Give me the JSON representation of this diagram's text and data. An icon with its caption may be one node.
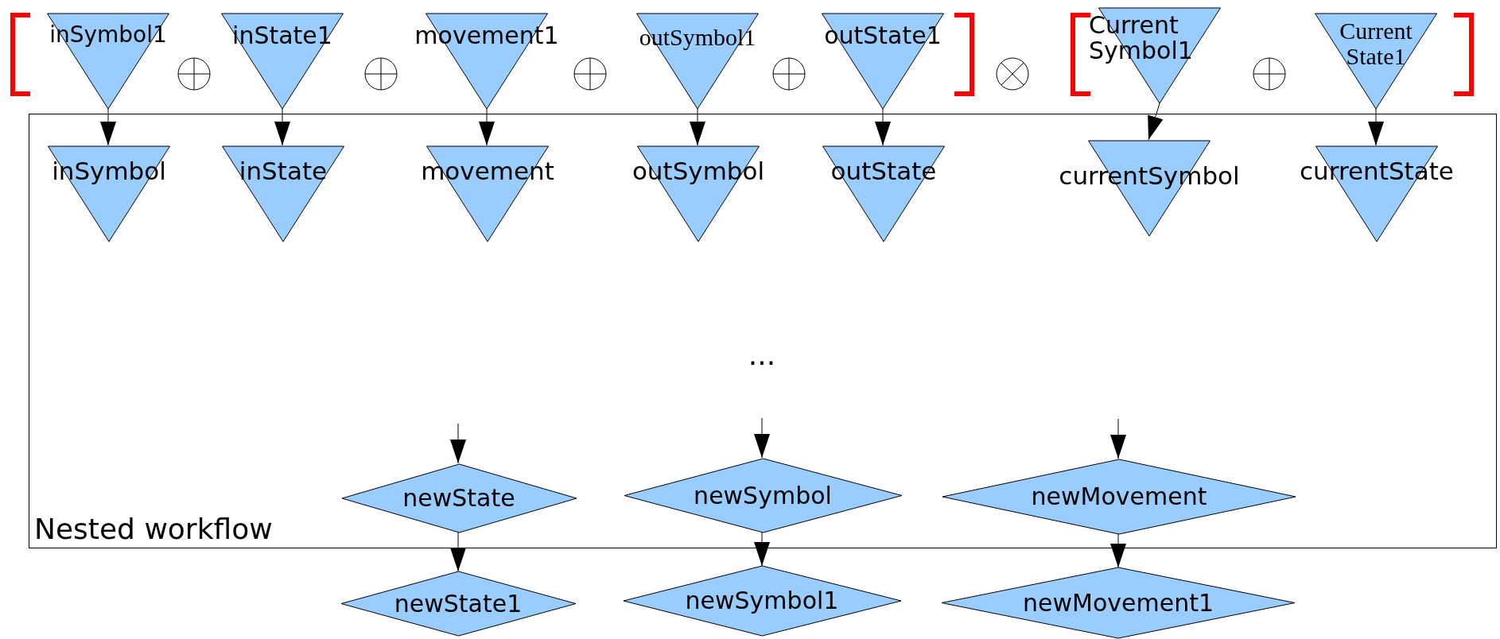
{
  "diagram": {
    "nodes": [
      {
        "text": [
          "inSymbol1"
        ]
      },
      {
        "text": [
          "inState1"
        ]
      },
      {
        "text": [
          "movement1"
        ]
      },
      {
        "text": [
          "outSymbol1"
        ]
      },
      {
        "text": [
          "outState1"
        ]
      },
      {
        "text": [
          "Current Symbol1"
        ]
      },
      {
        "text": [
          "Current State1"
        ]
      },
      {
        "text": [
          "Nested workflow"
        ]
      },
      {
        "text": [
          "inSymbol"
        ],
        "in": 7
      },
      {
        "text": [
          "inState"
        ],
        "in": 7
      },
      {
        "text": [
          "movement"
        ],
        "in": 7
      },
      {
        "text": [
          "outSymbol"
        ],
        "in": 7
      },
      {
        "text": [
          "outState"
        ],
        "in": 7
      },
      {
        "text": [
          "currentSymbol"
        ],
        "in": 7
      },
      {
        "text": [
          "currentState"
        ],
        "in": 7
      },
      {
        "text": [
          "newState"
        ],
        "in": 7
      },
      {
        "text": [
          "newSymbol"
        ],
        "in": 7
      },
      {
        "text": [
          "newMovement"
        ],
        "in": 7
      },
      {
        "text": [
          "newState1"
        ]
      },
      {
        "text": [
          "newSymbol1"
        ]
      },
      {
        "text": [
          "newMovement1"
        ]
      }
    ],
    "edges": [
      {
        "from": 0,
        "to": 8,
        "arrow": "to"
      },
      {
        "from": 1,
        "to": 9,
        "arrow": "to"
      },
      {
        "from": 2,
        "to": 10,
        "arrow": "to"
      },
      {
        "from": 3,
        "to": 11,
        "arrow": "to"
      },
      {
        "from": 4,
        "to": 12,
        "arrow": "to"
      },
      {
        "from": 5,
        "to": 13,
        "arrow": "to"
      },
      {
        "from": 6,
        "to": 14,
        "arrow": "to"
      },
      {
        "from": null,
        "to": 15,
        "arrow": "to"
      },
      {
        "from": null,
        "to": 16,
        "arrow": "to"
      },
      {
        "from": null,
        "to": 17,
        "arrow": "to"
      },
      {
        "from": 15,
        "to": 18,
        "arrow": "to"
      },
      {
        "from": 16,
        "to": 19,
        "arrow": "to"
      },
      {
        "from": 17,
        "to": 20,
        "arrow": "to"
      }
    ],
    "labels": [
      "..."
    ]
  }
}
